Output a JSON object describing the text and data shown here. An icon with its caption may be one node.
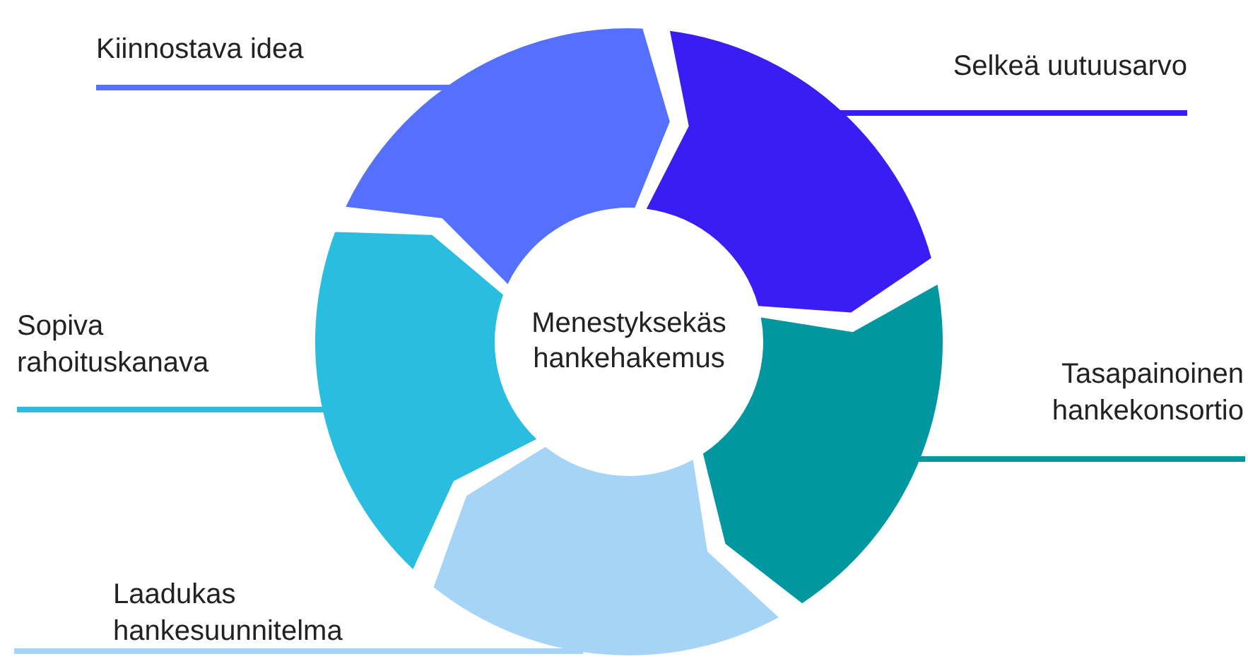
{
  "diagram": {
    "nodes": [
      {
        "text": [
          "Kiinnostava idea"
        ]
      },
      {
        "text": [
          "Selkeä uutuusarvo"
        ]
      },
      {
        "text": [
          "Menestyksekäs hankehakemus"
        ]
      },
      {
        "text": [
          "Sopiva rahoituskanava"
        ]
      },
      {
        "text": [
          "Tasapainoinen hankekonsortio"
        ]
      },
      {
        "text": [
          "Laadukas hankesuunnitelma"
        ]
      },
      {
        "text": [],
        "shape": "arrow"
      },
      {
        "text": [],
        "shape": "arrow"
      },
      {
        "text": [],
        "shape": "arrow"
      },
      {
        "text": [],
        "shape": "arrow"
      },
      {
        "text": [],
        "shape": "arrow"
      }
    ],
    "edges": [
      {
        "from": 0,
        "to": 6,
        "arrow": "none",
        "color": "#5570ff"
      },
      {
        "from": 1,
        "to": 7,
        "arrow": "none",
        "color": "#3a1cf5"
      },
      {
        "from": 3,
        "to": 8,
        "arrow": "none",
        "color": "#29bde0"
      },
      {
        "from": 4,
        "to": 9,
        "arrow": "none",
        "color": "#0097a0"
      },
      {
        "from": 5,
        "to": 10,
        "arrow": "none",
        "color": "#a6d4f7"
      }
    ]
  }
}
